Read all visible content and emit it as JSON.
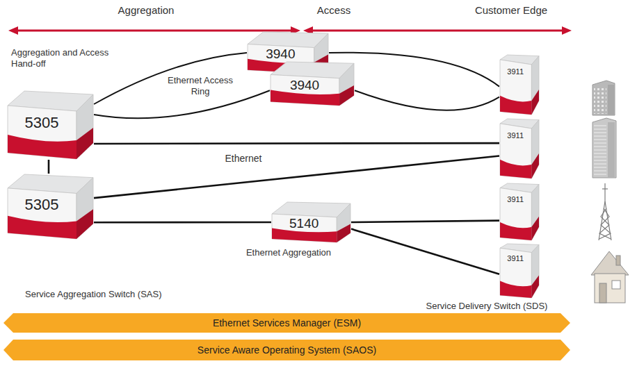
{
  "diagram": {
    "nodes": [
      {
        "text": [
          "3940"
        ]
      },
      {
        "text": [
          "5305"
        ]
      },
      {
        "text": [
          "3940"
        ]
      },
      {
        "text": [
          "3911"
        ]
      },
      {
        "text": [
          "3911"
        ]
      },
      {
        "text": [
          "5305"
        ]
      },
      {
        "text": [
          "5140"
        ]
      },
      {
        "text": [
          "3911"
        ]
      },
      {
        "text": [
          "3911"
        ]
      },
      {
        "text": [
          "Ethernet Services Manager (ESM)"
        ]
      },
      {
        "text": [
          "Service Aware Operating System (SAOS)"
        ]
      }
    ],
    "edges": [
      {
        "from": 1,
        "to": 0,
        "arrow": "none"
      },
      {
        "from": 0,
        "to": 3,
        "arrow": "none"
      },
      {
        "from": 3,
        "to": 2,
        "arrow": "none"
      },
      {
        "from": 2,
        "to": 1,
        "arrow": "none"
      },
      {
        "from": 1,
        "to": 4,
        "arrow": "none"
      },
      {
        "from": 1,
        "to": 5,
        "arrow": "none"
      },
      {
        "from": 5,
        "to": 4,
        "arrow": "none"
      },
      {
        "from": 5,
        "to": 6,
        "arrow": "none"
      },
      {
        "from": 6,
        "to": 7,
        "arrow": "none"
      },
      {
        "from": 6,
        "to": 8,
        "arrow": "none"
      }
    ],
    "labels": [
      "Aggregation",
      "Access",
      "Customer Edge",
      "Aggregation and Access Hand-off",
      "Ethernet Access Ring",
      "Ethernet",
      "Ethernet Aggregation",
      "Service Aggregation Switch (SAS)",
      "Service Delivery Switch (SDS)"
    ]
  }
}
